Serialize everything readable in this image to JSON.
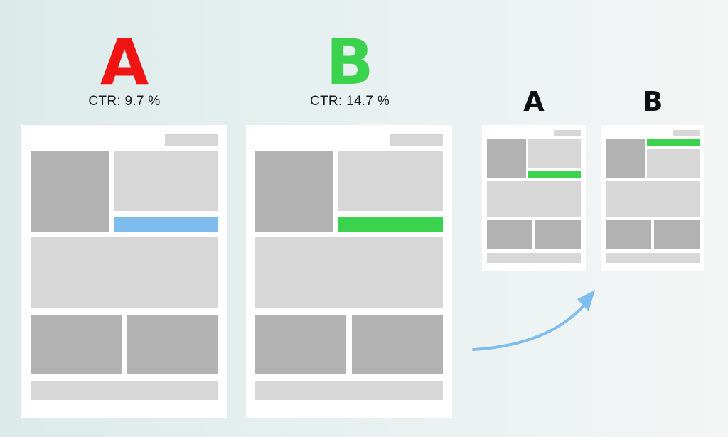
{
  "variant_a": {
    "letter": "A",
    "ctr": "CTR: 9.7 %",
    "cta_color": "#7fbdee",
    "letter_color": "#f01515"
  },
  "variant_b": {
    "letter": "B",
    "ctr": "CTR: 14.7 %",
    "cta_color": "#3bd34d",
    "letter_color": "#3bd34d"
  },
  "thumbnails": {
    "left_label": "A",
    "right_label": "B"
  },
  "colors": {
    "arrow": "#7fbdee",
    "block_dark": "#b2b2b2",
    "block_light": "#d7d7d7",
    "page": "#ffffff"
  }
}
